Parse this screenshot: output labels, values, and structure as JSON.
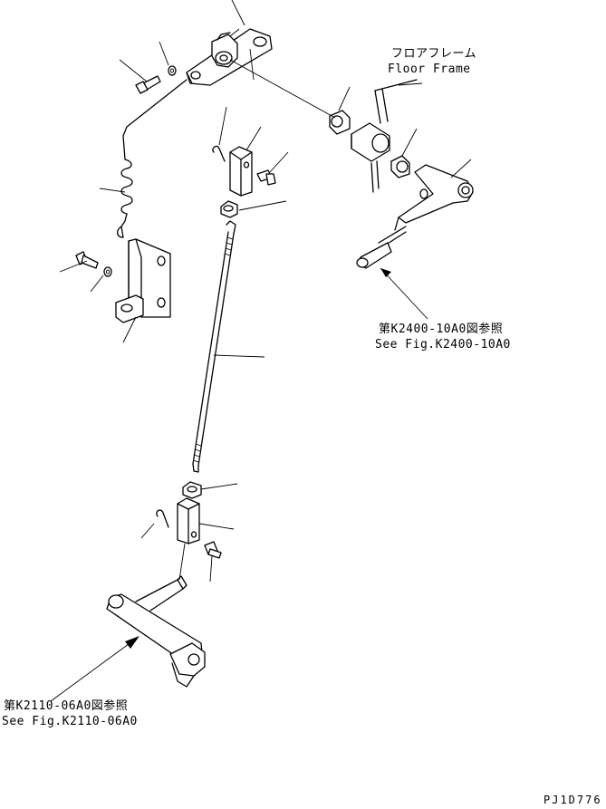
{
  "labels": {
    "floor_frame_jp": "フロアフレーム",
    "floor_frame_en": "Floor Frame",
    "ref_upper_jp": "第K2400-10A0図参照",
    "ref_upper_en": "See Fig.K2400-10A0",
    "ref_lower_jp": "第K2110-06A0図参照",
    "ref_lower_en": "See Fig.K2110-06A0",
    "drawing_code": "PJ1D776"
  }
}
